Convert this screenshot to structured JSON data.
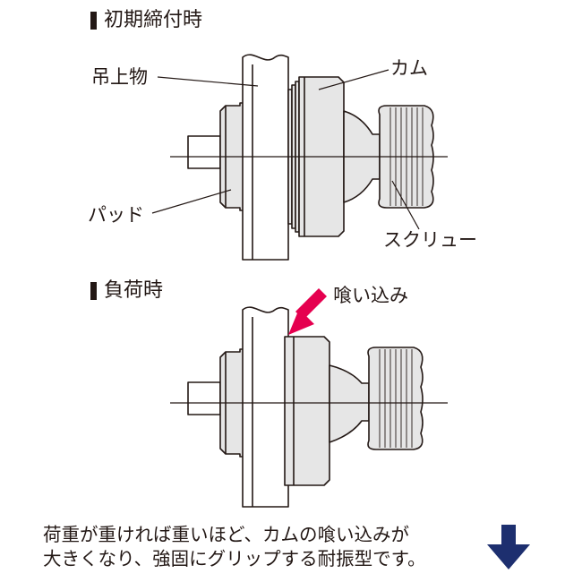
{
  "sections": {
    "initial": {
      "heading": "初期締付時"
    },
    "load": {
      "heading": "負荷時"
    }
  },
  "labels": {
    "load_object": "吊上物",
    "cam": "カム",
    "pad": "パッド",
    "screw": "スクリュー",
    "bite": "喰い込み"
  },
  "caption": {
    "line1": "荷重が重ければ重いほど、カムの喰い込みが",
    "line2": "大きくなり、強固にグリップする耐振型です。"
  },
  "colors": {
    "ink": "#231815",
    "part_fill": "#e6e6e6",
    "bite_arrow": "#e5004f",
    "down_arrow": "#1d2f6f"
  }
}
